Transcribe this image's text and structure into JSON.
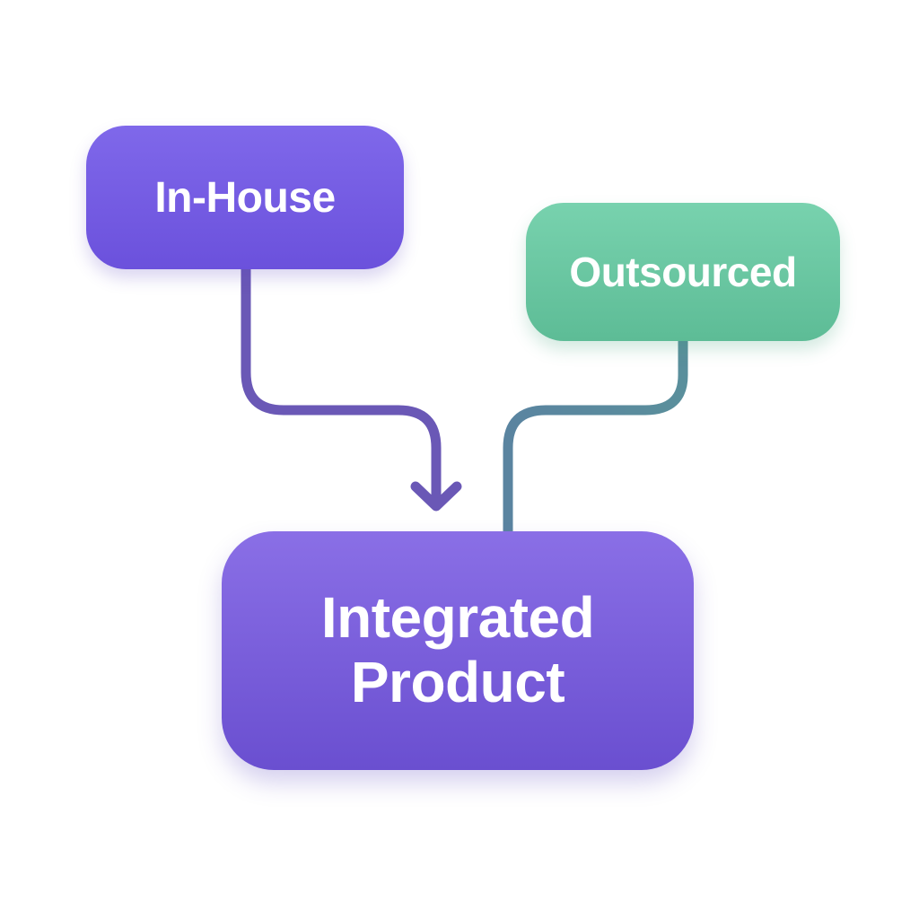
{
  "nodes": {
    "in_house": {
      "label": "In-House"
    },
    "outsourced": {
      "label": "Outsourced"
    },
    "integrated": {
      "label_line1": "Integrated",
      "label_line2": "Product"
    }
  },
  "colors": {
    "in_house": "#7560e3",
    "outsourced": "#6ac8a3",
    "integrated": "#7a5fdc",
    "connector_in_house": "#6b57b8",
    "connector_outsourced": "#5b8a9e"
  }
}
